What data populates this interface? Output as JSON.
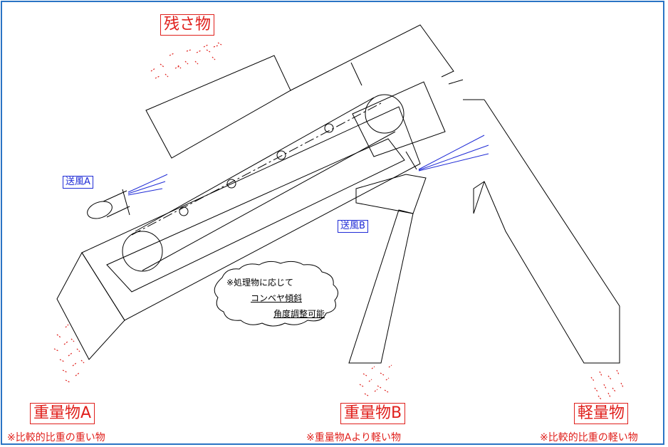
{
  "labels": {
    "residue": "残さ物",
    "heavy_a": "重量物A",
    "heavy_b": "重量物B",
    "light": "軽量物"
  },
  "notes": {
    "heavy_a": "※比較的比重の重い物",
    "heavy_b": "※重量物Aより軽い物",
    "light": "※比較的比重の軽い物"
  },
  "blowers": {
    "a": "送風A",
    "b": "送風B"
  },
  "cloud": {
    "line1": "※処理物に応じて",
    "line2": "コンベヤ傾斜",
    "line3": "角度調整可能"
  },
  "colors": {
    "frame": "#2a74c4",
    "label_red": "#e0201c",
    "blower_blue": "#1f2bd6",
    "line": "#000000"
  }
}
